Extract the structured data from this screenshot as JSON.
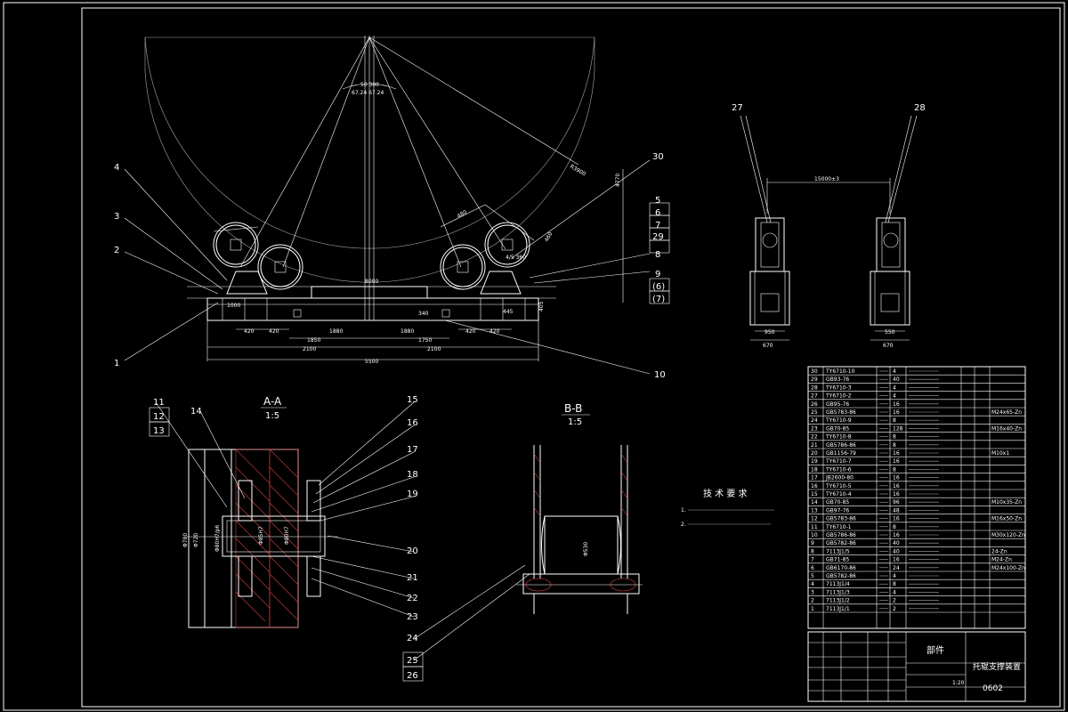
{
  "balloons": {
    "b1": "1",
    "b2": "2",
    "b3": "3",
    "b4": "4",
    "b5": "5",
    "b6": "6",
    "b7": "7",
    "b8": "8",
    "b9": "9",
    "b10": "10",
    "b11": "11",
    "b12": "12",
    "b13": "13",
    "b14": "14",
    "b15": "15",
    "b16": "16",
    "b17": "17",
    "b18": "18",
    "b19": "19",
    "b20": "20",
    "b21": "21",
    "b22": "22",
    "b23": "23",
    "b24": "24",
    "b25": "25",
    "b26": "26",
    "b27": "27",
    "b28": "28",
    "b29": "29",
    "b30": "30",
    "b6p": "(6)",
    "b7p": "(7)"
  },
  "section_views": {
    "aa_title": "A-A",
    "aa_scale": "1:5",
    "bb_title": "B-B",
    "bb_scale": "1:5"
  },
  "dimensions": {
    "d5500": "5500",
    "d2100a": "2100",
    "d2100b": "2100",
    "d1850": "1850",
    "d1880a": "1880",
    "d1880b": "1880",
    "d1750": "1750",
    "d420a": "420",
    "d420b": "420",
    "d420c": "420",
    "d8000": "8000",
    "d15000": "15000±3",
    "d950": "950",
    "d670a": "670",
    "d550": "550",
    "d670b": "670"
  },
  "tech_requirements": {
    "heading": "技 术 要 求"
  },
  "bom_rows": [
    {
      "no": "30",
      "code": "TY6710-10"
    },
    {
      "no": "29",
      "code": "GB93-76"
    },
    {
      "no": "28",
      "code": "TY6710-3"
    },
    {
      "no": "27",
      "code": "TY6710-2"
    },
    {
      "no": "26",
      "code": "GB95-76"
    },
    {
      "no": "25",
      "code": "GB5783-86"
    },
    {
      "no": "24",
      "code": "TY6710-9"
    },
    {
      "no": "23",
      "code": "GB70-85"
    },
    {
      "no": "22",
      "code": "TY6710-8"
    },
    {
      "no": "21",
      "code": "GB5786-86"
    },
    {
      "no": "20",
      "code": "GB1156-79"
    },
    {
      "no": "19",
      "code": "TY6710-7"
    },
    {
      "no": "18",
      "code": "TY6710-6"
    },
    {
      "no": "17",
      "code": "JB2600-80"
    },
    {
      "no": "16",
      "code": "TY6710-5"
    },
    {
      "no": "15",
      "code": "TY6710-4"
    },
    {
      "no": "14",
      "code": "GB70-85"
    },
    {
      "no": "13",
      "code": "GB97-76"
    },
    {
      "no": "12",
      "code": "GB5783-86"
    },
    {
      "no": "11",
      "code": "TY6710-1"
    },
    {
      "no": "10",
      "code": "GB5786-86"
    },
    {
      "no": "9",
      "code": "GB5782-86"
    },
    {
      "no": "8",
      "code": "7113J1/5"
    },
    {
      "no": "7",
      "code": "GB71-85"
    },
    {
      "no": "6",
      "code": "GB6170-86"
    },
    {
      "no": "5",
      "code": "GB5782-86"
    },
    {
      "no": "4",
      "code": "7113J1/4"
    },
    {
      "no": "3",
      "code": "7113J1/3"
    },
    {
      "no": "2",
      "code": "7113J1/2"
    },
    {
      "no": "1",
      "code": "7113J1/1"
    }
  ],
  "bom_qty": [
    "4",
    "40",
    "4",
    "4",
    "16",
    "16",
    "8",
    "128",
    "8",
    "8",
    "16",
    "16",
    "8",
    "16",
    "16",
    "16",
    "96",
    "48",
    "16",
    "8",
    "16",
    "40",
    "40",
    "16",
    "24",
    "4",
    "8",
    "4",
    "2",
    "2"
  ],
  "bom_spec": [
    "",
    "",
    "",
    "",
    "",
    "M24x65-Zn",
    "",
    "M16x40-Zn",
    "",
    "",
    "M10x1",
    "",
    "",
    "",
    "",
    "",
    "M10x35-Zn",
    "",
    "M16x50-Zn",
    "",
    "M30x120-Zn",
    "",
    "24-Zn",
    "M24-Zn",
    "M24x100-Zn",
    "",
    "",
    "",
    "",
    ""
  ],
  "title_block": {
    "part_label": "部件",
    "drawing_name": "托辊支撑装置",
    "drawing_no": "0602",
    "scale": "1:20"
  }
}
